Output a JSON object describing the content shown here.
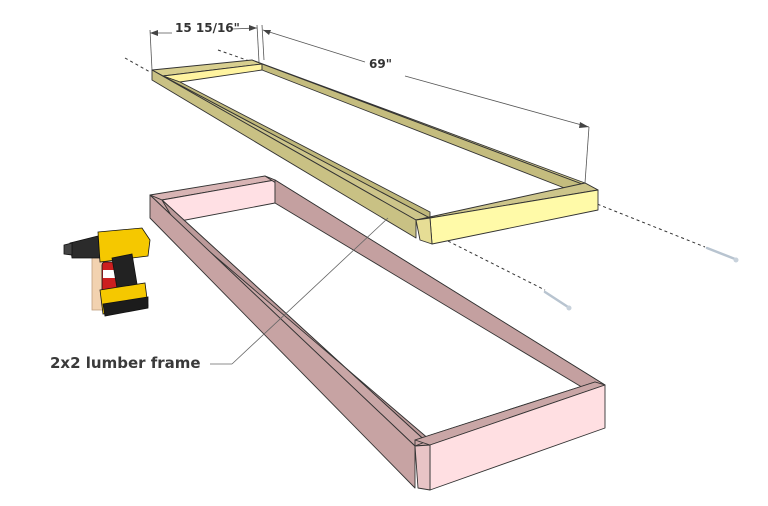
{
  "diagram": {
    "dimensions": {
      "width": "15 15/16\"",
      "length": "69\""
    },
    "callout": {
      "label": "2x2 lumber frame"
    },
    "parts": {
      "top_frame": {
        "name": "2x2 frame",
        "color_top": "#fff4a0",
        "color_side": "#cdc58a",
        "color_front": "#fffaa8"
      },
      "bottom_frame": {
        "name": "box frame",
        "color_top": "#c9a6a6",
        "color_side": "#c9a6a6",
        "color_front": "#ffdfe2"
      },
      "drill": {
        "name": "cordless drill",
        "color": "#f5c800"
      },
      "screws": {
        "count": 2,
        "color": "#b8c4d0"
      }
    }
  }
}
